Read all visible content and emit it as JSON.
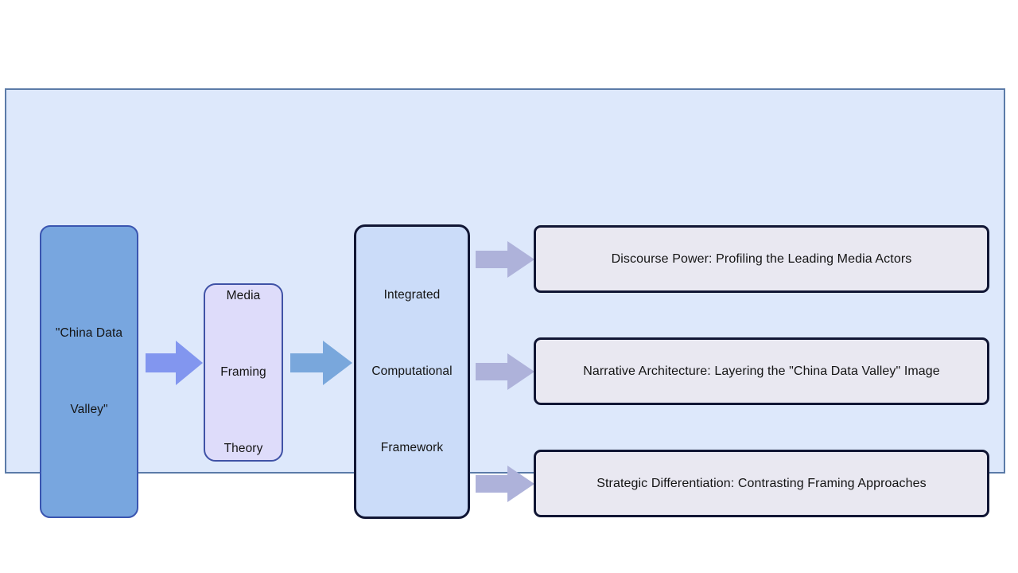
{
  "diagram": {
    "container": {
      "fill": "#dde8fb",
      "border": "#5b7ba8"
    },
    "nodes": {
      "source": {
        "label": "\"China Data\n\nValley\"",
        "fill": "#78a6df",
        "border": "#3a55b0"
      },
      "theory": {
        "label": "Media\n\nFraming\n\nTheory",
        "fill": "#dedcfa",
        "border": "#3f52a6"
      },
      "framework": {
        "label": "Integrated\n\nComputational\n\nFramework",
        "fill": "#cbdcf9",
        "border": "#111634"
      }
    },
    "outcomes": [
      {
        "label": "Discourse Power: Profiling the Leading Media Actors",
        "fill": "#e9e8f1",
        "border": "#111634"
      },
      {
        "label": "Narrative Architecture: Layering the \"China Data Valley\" Image",
        "fill": "#e9e8f1",
        "border": "#111634"
      },
      {
        "label": "Strategic Differentiation: Contrasting Framing Approaches",
        "fill": "#e9e8f1",
        "border": "#111634"
      }
    ],
    "arrows": {
      "source_to_theory": {
        "color": "#8296ef",
        "direction": "right"
      },
      "theory_to_framework": {
        "color": "#79a7dc",
        "direction": "right"
      },
      "framework_to_outcome_1": {
        "color": "#aeb2da",
        "direction": "right"
      },
      "framework_to_outcome_2": {
        "color": "#aeb2da",
        "direction": "right"
      },
      "framework_to_outcome_3": {
        "color": "#aeb2da",
        "direction": "right"
      }
    }
  }
}
